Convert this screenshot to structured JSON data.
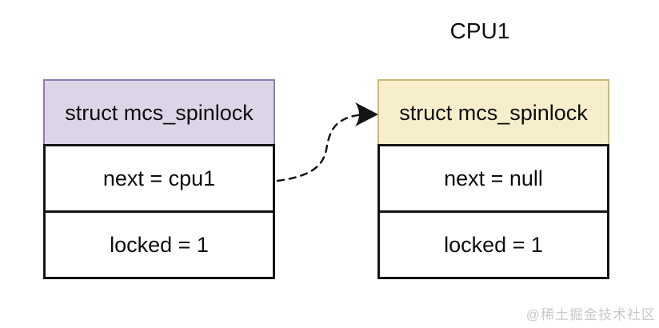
{
  "title": "CPU1",
  "left_struct": {
    "header": "struct mcs_spinlock",
    "fields": [
      {
        "label": "next = cpu1"
      },
      {
        "label": "locked = 1"
      }
    ],
    "header_fill": "#ddd4e8",
    "header_stroke": "#8f7cb0"
  },
  "right_struct": {
    "header": "struct mcs_spinlock",
    "fields": [
      {
        "label": "next = null"
      },
      {
        "label": "locked = 1"
      }
    ],
    "header_fill": "#f7eecb",
    "header_stroke": "#c9b97a"
  },
  "arrow": {
    "style": "dashed",
    "from": "left_struct next = cpu1 row",
    "to": "right_struct header",
    "color": "#141414"
  },
  "watermark": "@稀土掘金技术社区",
  "colors": {
    "background": "#ffffff",
    "body_border": "#141414",
    "text": "#0d0d0d",
    "watermark_gray": "#c9c9c9"
  }
}
